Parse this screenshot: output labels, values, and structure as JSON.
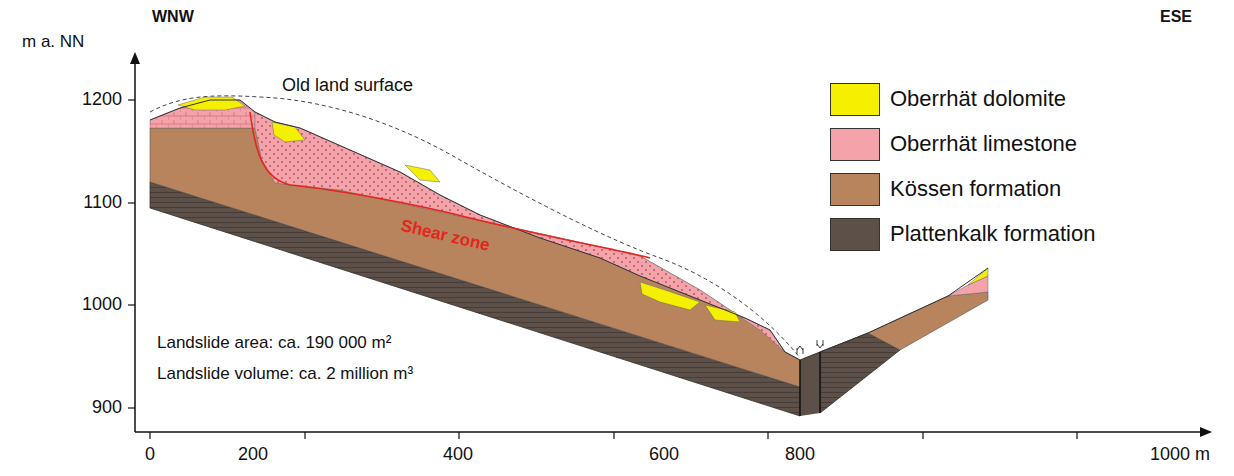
{
  "diagram": {
    "labels": [
      "WNW",
      "ESE",
      "m a. NN",
      "1200",
      "1100",
      "1000",
      "900",
      "0",
      "200",
      "400",
      "600",
      "800",
      "1000 m",
      "Old land surface",
      "Shear zone",
      "Landslide area: ca. 190 000 m²",
      "Landslide volume: ca. 2 million m³"
    ],
    "legend": [
      {
        "text": "Oberrhät dolomite",
        "color": "#f5f000"
      },
      {
        "text": "Oberrhät limestone",
        "color": "#f4a3aa"
      },
      {
        "text": "Kössen formation",
        "color": "#b8845d"
      },
      {
        "text": "Plattenkalk formation",
        "color": "#5d5048"
      }
    ]
  }
}
